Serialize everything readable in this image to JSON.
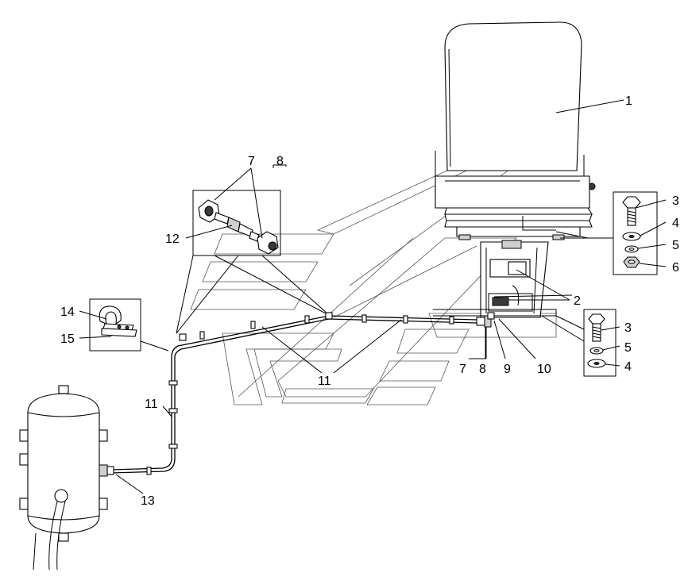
{
  "callouts": {
    "c1": "1",
    "c2": "2",
    "c3a": "3",
    "c4a": "4",
    "c5a": "5",
    "c6": "6",
    "c3b": "3",
    "c5b": "5",
    "c4b": "4",
    "c7a": "7",
    "c8a": "8",
    "c12": "12",
    "c14": "14",
    "c15": "15",
    "c11a": "11",
    "c11b": "11",
    "c13": "13",
    "c7b": "7",
    "c8b": "8",
    "c9": "9",
    "c10": "10"
  }
}
